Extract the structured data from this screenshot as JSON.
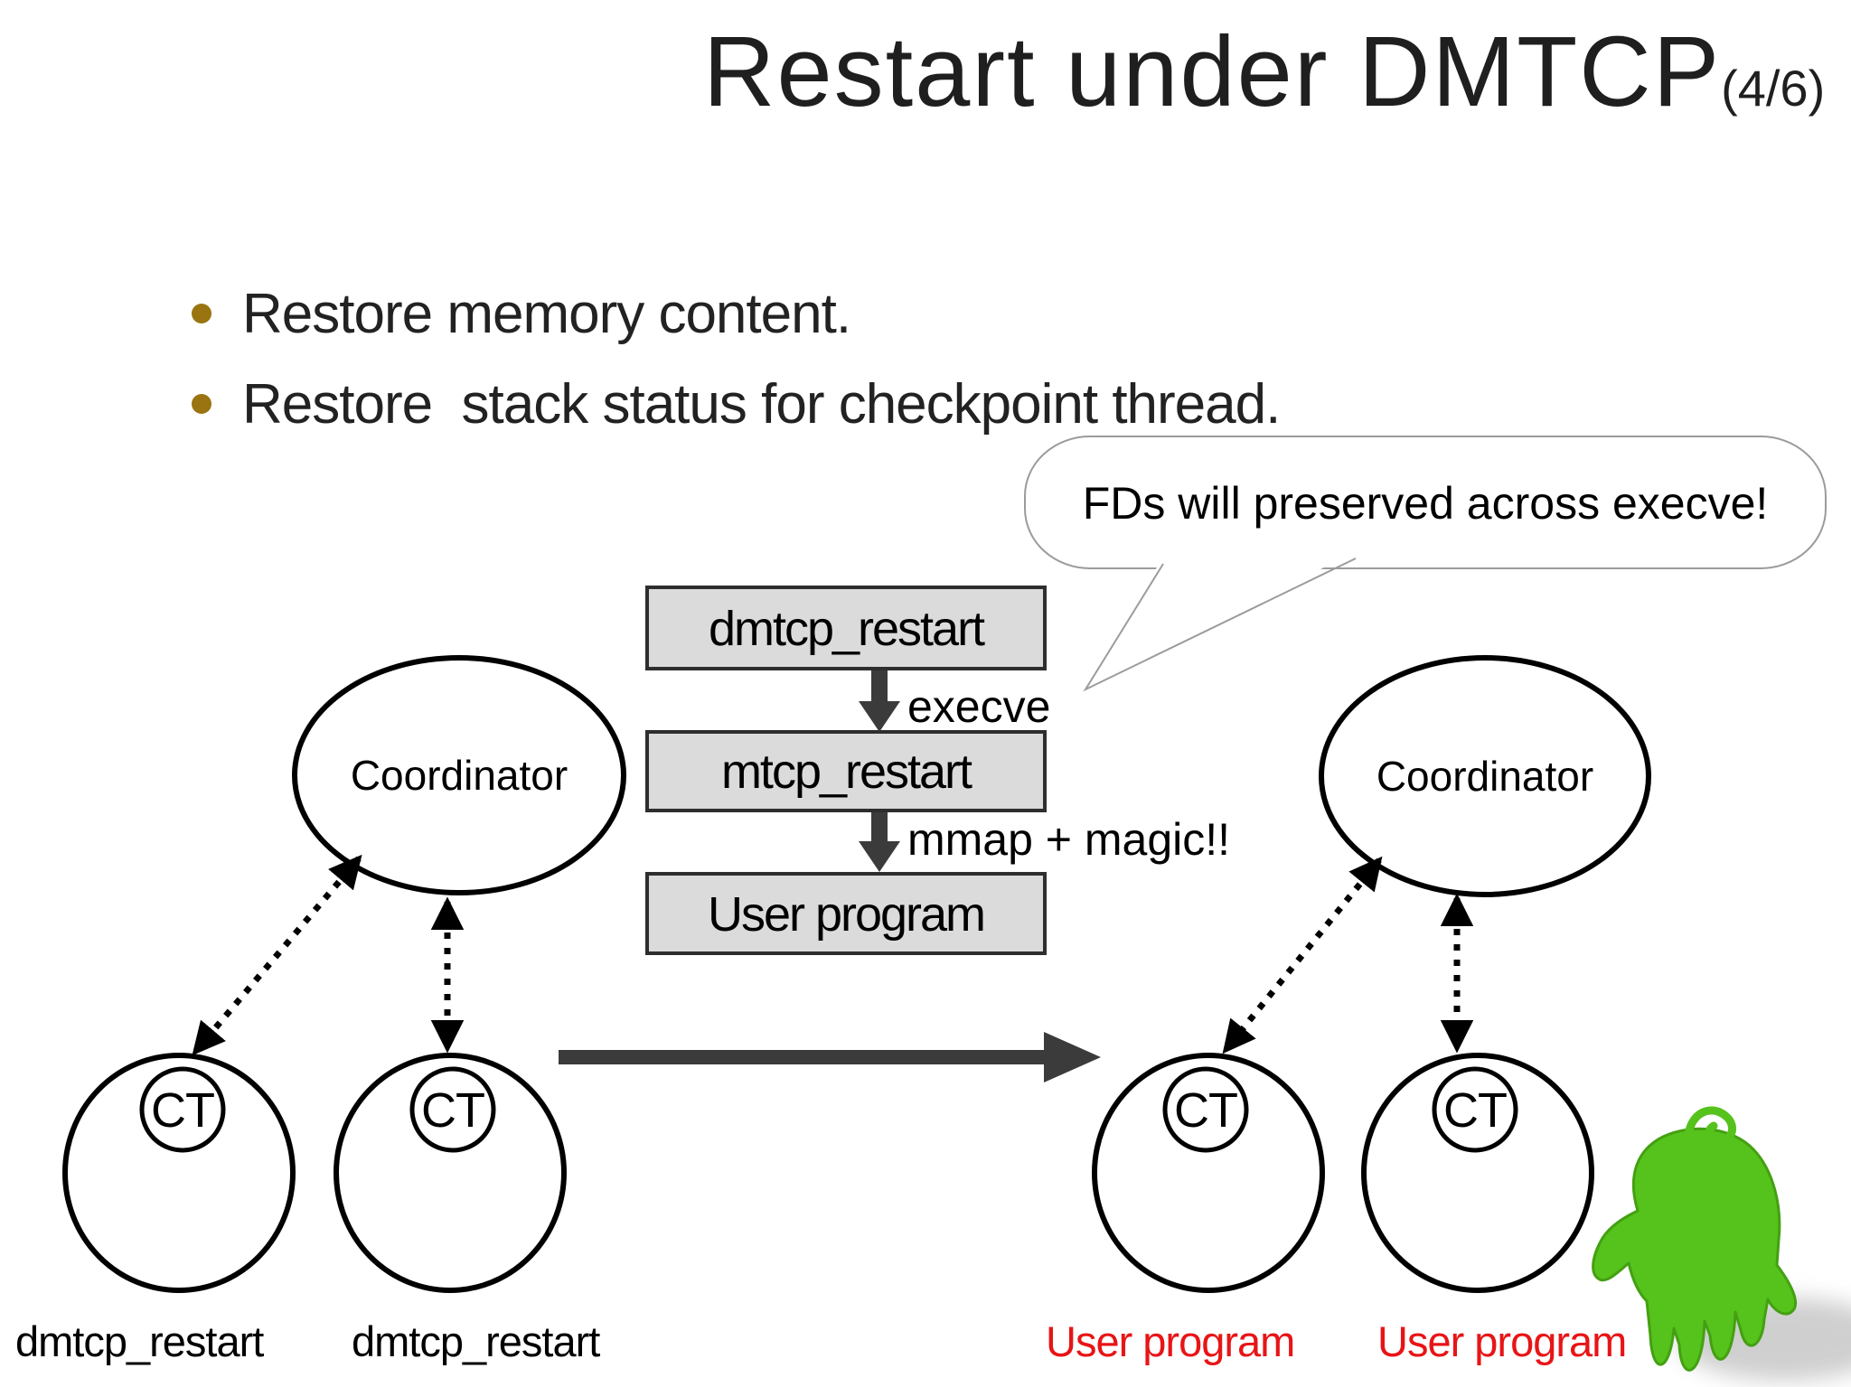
{
  "title": {
    "text": "Restart under DMTCP",
    "suffix": "(4/6)"
  },
  "bullets": [
    "Restore memory content.",
    "Restore  stack status for checkpoint thread."
  ],
  "callout": {
    "text": "FDs will preserved across execve!"
  },
  "flow": {
    "boxes": [
      "dmtcp_restart",
      "mtcp_restart",
      "User program"
    ],
    "labels": [
      "execve",
      "mmap + magic!!"
    ]
  },
  "coordinators": {
    "left": "Coordinator",
    "right": "Coordinator"
  },
  "ct_label": "CT",
  "process_labels": {
    "left": [
      "dmtcp_restart",
      "dmtcp_restart"
    ],
    "right": [
      "User program",
      "User program"
    ]
  },
  "colors": {
    "box_fill": "#dbdbdb",
    "box_border": "#2e2e2e",
    "solid_arrow": "#3b3b3b",
    "dotted_arrow": "#000000",
    "red_label": "#e81416",
    "bullet_dot": "#9a7410",
    "hand_green": "#56c21c",
    "bubble_border": "#9b9b9b"
  }
}
